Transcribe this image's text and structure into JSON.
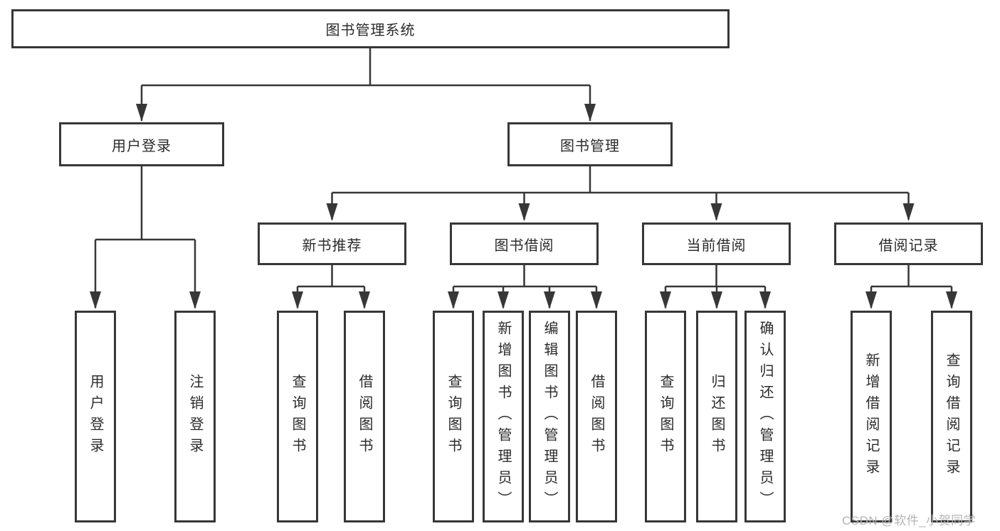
{
  "diagram": {
    "root": {
      "label": "图书管理系统"
    },
    "branches": [
      {
        "label": "用户登录",
        "children": [
          "用户登录",
          "注销登录"
        ]
      },
      {
        "label": "图书管理",
        "sections": [
          {
            "label": "新书推荐",
            "children": [
              "查询图书",
              "借阅图书"
            ]
          },
          {
            "label": "图书借阅",
            "children": [
              "查询图书",
              "新增图书（管理员）",
              "编辑图书（管理员）",
              "借阅图书"
            ]
          },
          {
            "label": "当前借阅",
            "children": [
              "查询图书",
              "归还图书",
              "确认归还（管理员）"
            ]
          },
          {
            "label": "借阅记录",
            "children": [
              "新增借阅记录",
              "查询借阅记录"
            ]
          }
        ]
      }
    ]
  },
  "colors": {
    "line": "#373737",
    "text": "#2b2b2b",
    "watermark": "#b4b4b4",
    "background": "#ffffff"
  },
  "watermark": {
    "text": "CSDN @软件_小贺同学"
  }
}
